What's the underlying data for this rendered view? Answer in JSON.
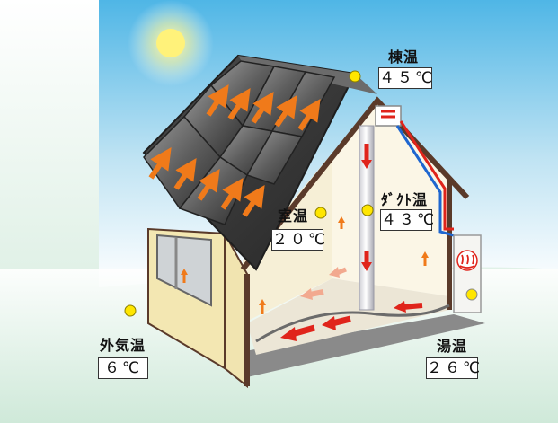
{
  "labels": {
    "ridge": {
      "name": "棟温",
      "value": "４５℃"
    },
    "duct": {
      "name": "ﾀﾞｸﾄ温",
      "value": "４３℃"
    },
    "room": {
      "name": "室温",
      "value": "２０℃"
    },
    "outside": {
      "name": "外気温",
      "value": "６℃"
    },
    "water": {
      "name": "湯温",
      "value": "２６℃"
    }
  },
  "icons": [
    "sun-icon",
    "hot-spring-icon",
    "sensor-dot-icon",
    "airflow-arrow-icon"
  ],
  "colors": {
    "sky": "#5bbce8",
    "ground": "#d6eee1",
    "roof": "#3a3a3a",
    "wall": "#f3e7b2",
    "arrow_hot": "#f07a1a",
    "arrow_red": "#e0241b",
    "sensor": "#ffe600"
  }
}
